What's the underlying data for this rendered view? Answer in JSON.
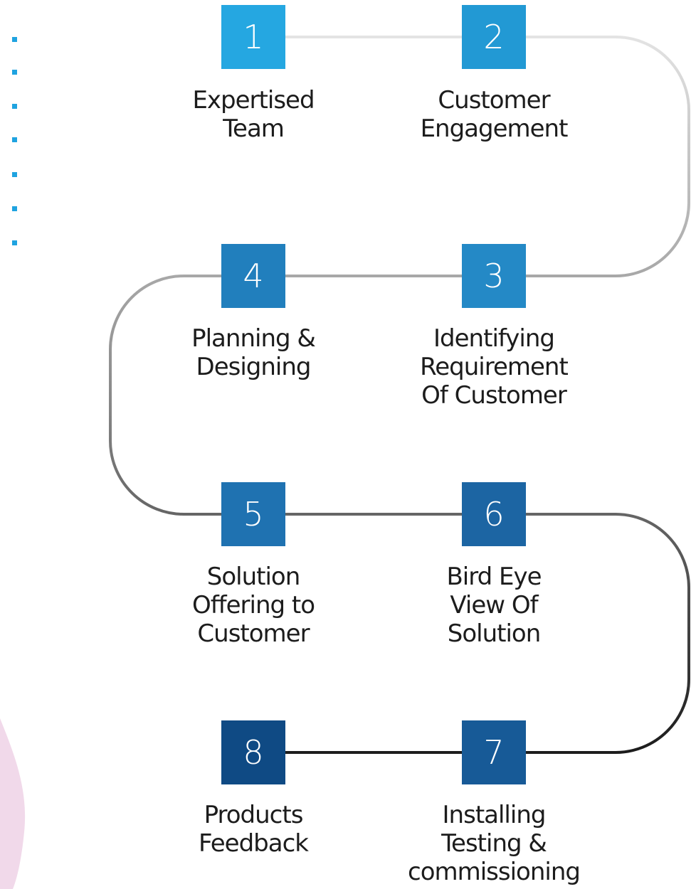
{
  "diagram": {
    "colors": {
      "box_1": "#25a7e1",
      "box_2": "#2299d4",
      "box_3": "#2489c6",
      "box_4": "#217fbd",
      "box_5": "#1f72b1",
      "box_6": "#1c65a3",
      "box_7": "#175a97",
      "box_8": "#0f4a84",
      "accent_dots": "#1fa3e0",
      "decor_pink": "#f1d9ea"
    },
    "steps": [
      {
        "number": "1",
        "label_lines": [
          "Expertised",
          "Team"
        ]
      },
      {
        "number": "2",
        "label_lines": [
          "Customer",
          "Engagement"
        ]
      },
      {
        "number": "3",
        "label_lines": [
          "Identifying",
          "Requirement",
          "Of Customer"
        ]
      },
      {
        "number": "4",
        "label_lines": [
          "Planning &",
          "Designing"
        ]
      },
      {
        "number": "5",
        "label_lines": [
          "Solution",
          "Offering to",
          "Customer"
        ]
      },
      {
        "number": "6",
        "label_lines": [
          "Bird Eye",
          "View Of",
          "Solution"
        ]
      },
      {
        "number": "7",
        "label_lines": [
          "Installing",
          "Testing &",
          "commissioning"
        ]
      },
      {
        "number": "8",
        "label_lines": [
          "Products",
          "Feedback"
        ]
      }
    ]
  }
}
